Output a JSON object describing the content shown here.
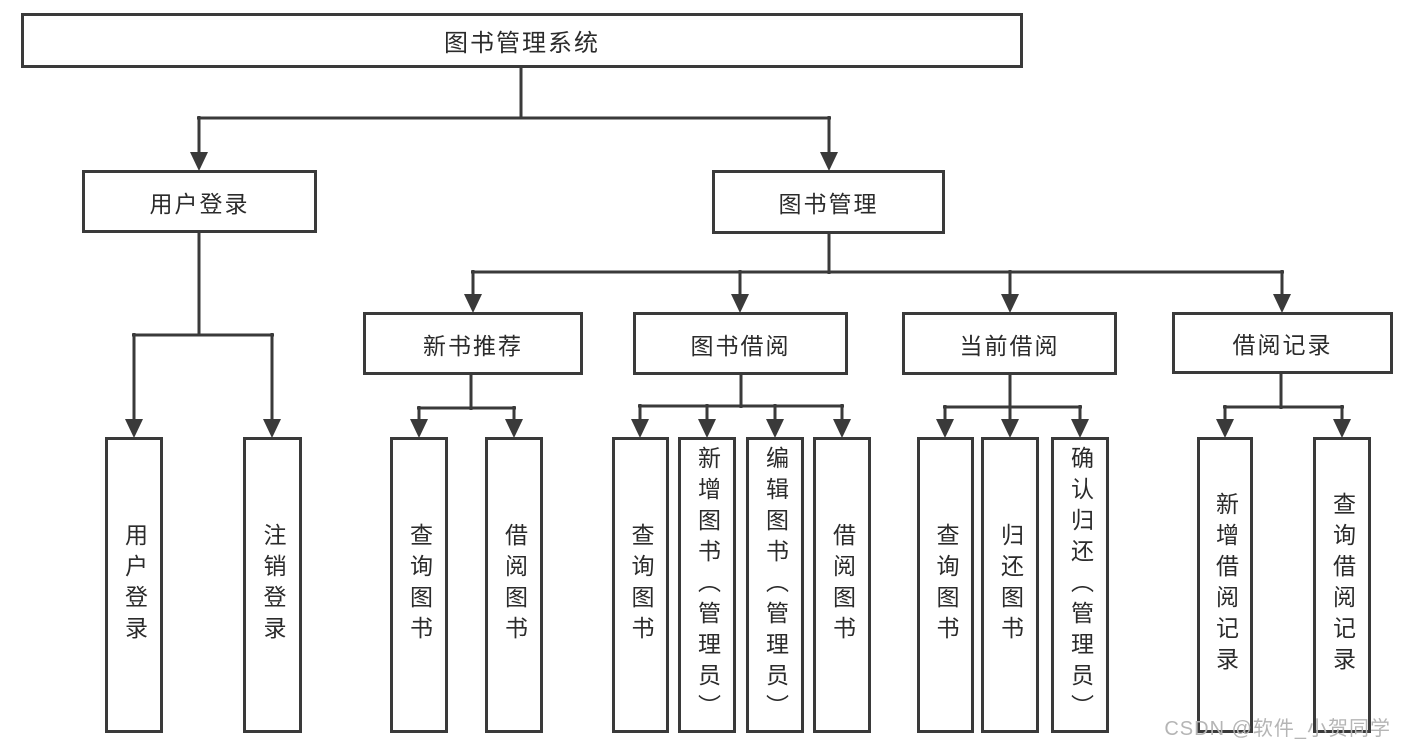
{
  "colors": {
    "line": "#3a3a3a",
    "text": "#2b2b2b",
    "watermark": "#b5b5b5",
    "background": "#ffffff"
  },
  "watermark": {
    "text": "CSDN @软件_小贺同学"
  },
  "tree": {
    "root": {
      "label": "图书管理系统"
    },
    "branches": [
      {
        "label": "用户登录",
        "leaves": [
          {
            "label": "用户登录"
          },
          {
            "label": "注销登录"
          }
        ]
      },
      {
        "label": "图书管理",
        "sections": [
          {
            "label": "新书推荐",
            "leaves": [
              {
                "label": "查询图书"
              },
              {
                "label": "借阅图书"
              }
            ]
          },
          {
            "label": "图书借阅",
            "leaves": [
              {
                "label": "查询图书"
              },
              {
                "label": "新增图书（管理员）"
              },
              {
                "label": "编辑图书（管理员）"
              },
              {
                "label": "借阅图书"
              }
            ]
          },
          {
            "label": "当前借阅",
            "leaves": [
              {
                "label": "查询图书"
              },
              {
                "label": "归还图书"
              },
              {
                "label": "确认归还（管理员）"
              }
            ]
          },
          {
            "label": "借阅记录",
            "leaves": [
              {
                "label": "新增借阅记录"
              },
              {
                "label": "查询借阅记录"
              }
            ]
          }
        ]
      }
    ]
  }
}
